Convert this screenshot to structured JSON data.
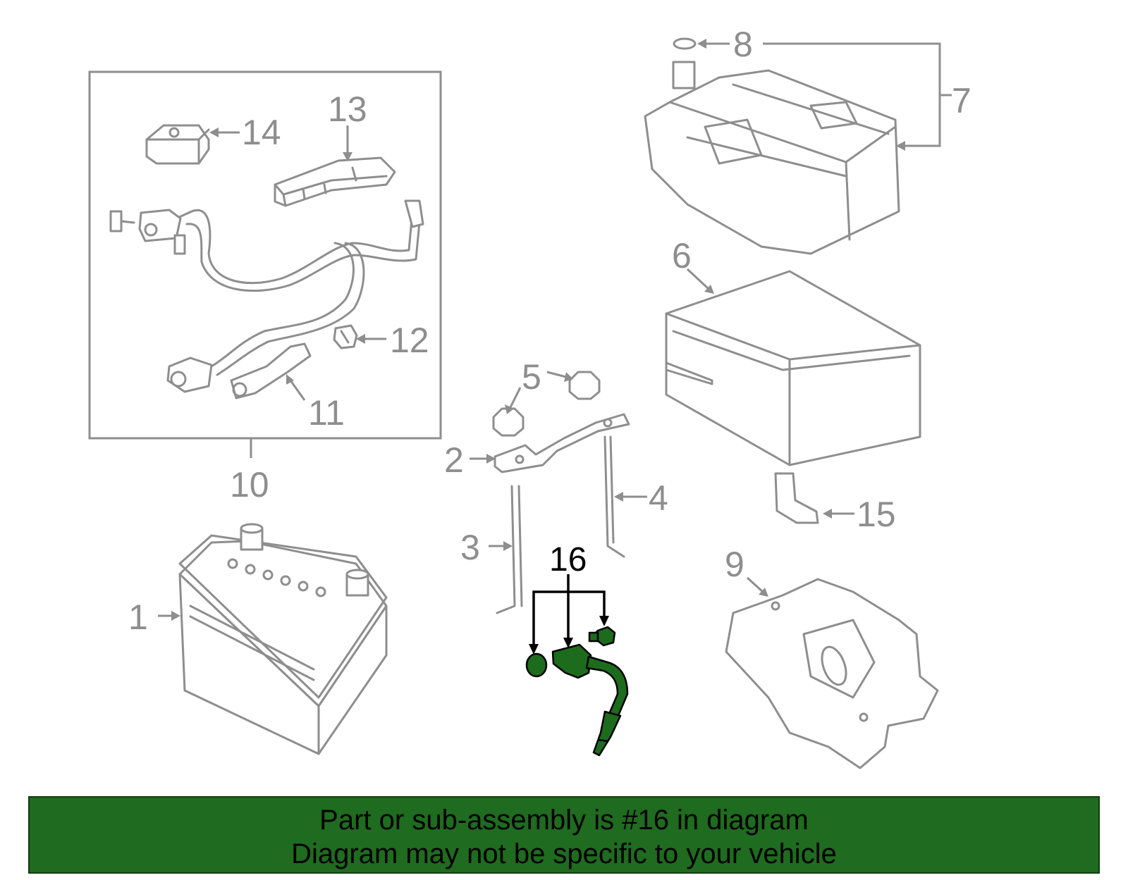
{
  "callouts": {
    "c1": "1",
    "c2": "2",
    "c3": "3",
    "c4": "4",
    "c5": "5",
    "c6": "6",
    "c7": "7",
    "c8": "8",
    "c9": "9",
    "c10": "10",
    "c11": "11",
    "c12": "12",
    "c13": "13",
    "c14": "14",
    "c15": "15",
    "c16": "16"
  },
  "highlighted_part": "16",
  "colors": {
    "highlight": "#1d6b1d",
    "linework": "#8e8e8e",
    "banner": "#1f6b1f"
  },
  "banner": {
    "line1": "Part or sub-assembly is #16 in diagram",
    "line2": "Diagram may not be specific to your vehicle"
  }
}
